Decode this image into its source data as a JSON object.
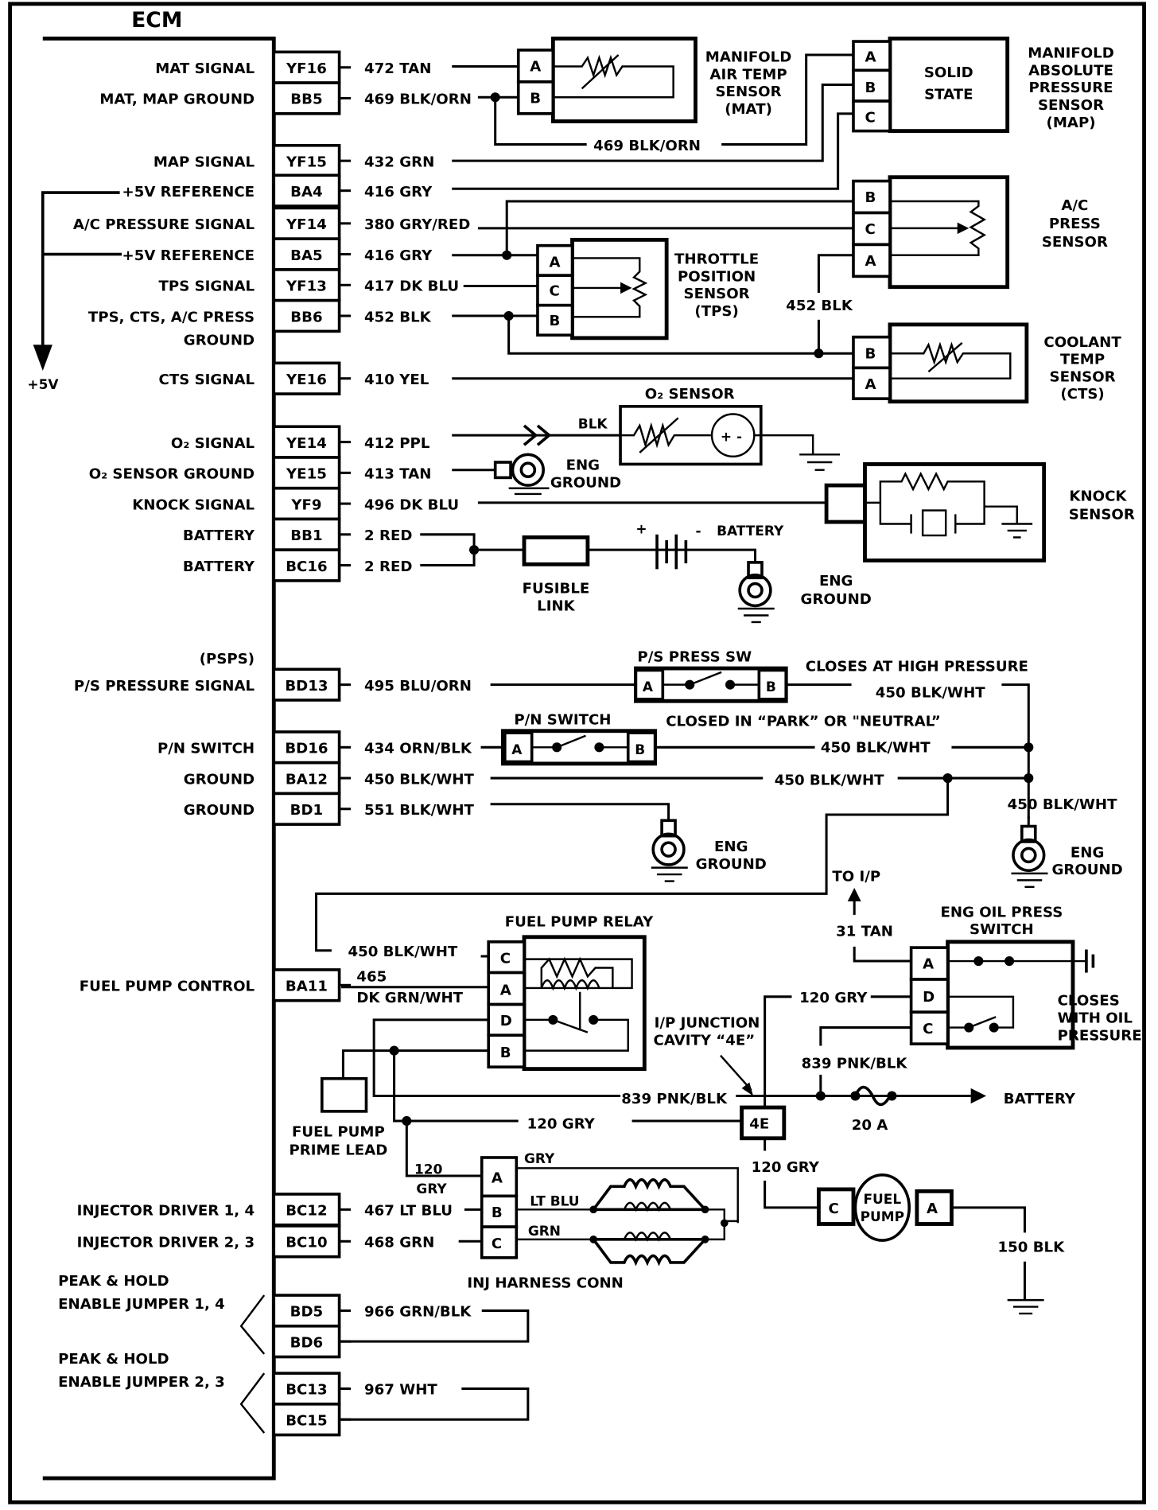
{
  "diagram": {
    "title": "ECM",
    "ecm_pins": [
      {
        "label": "MAT SIGNAL",
        "pin": "YF16",
        "wire": "472 TAN"
      },
      {
        "label": "MAT, MAP GROUND",
        "pin": "BB5",
        "wire": "469 BLK/ORN"
      },
      {
        "label": "MAP SIGNAL",
        "pin": "YF15",
        "wire": "432 GRN"
      },
      {
        "label": "+5V REFERENCE",
        "pin": "BA4",
        "wire": "416 GRY"
      },
      {
        "label": "A/C PRESSURE SIGNAL",
        "pin": "YF14",
        "wire": "380 GRY/RED"
      },
      {
        "label": "+5V REFERENCE",
        "pin": "BA5",
        "wire": "416 GRY"
      },
      {
        "label": "TPS SIGNAL",
        "pin": "YF13",
        "wire": "417 DK BLU"
      },
      {
        "label": "TPS, CTS, A/C PRESS",
        "label2": "GROUND",
        "pin": "BB6",
        "wire": "452 BLK"
      },
      {
        "label": "CTS SIGNAL",
        "pin": "YE16",
        "wire": "410 YEL"
      },
      {
        "label": "O₂ SIGNAL",
        "pin": "YE14",
        "wire": "412 PPL"
      },
      {
        "label": "O₂ SENSOR GROUND",
        "pin": "YE15",
        "wire": "413 TAN"
      },
      {
        "label": "KNOCK SIGNAL",
        "pin": "YF9",
        "wire": "496 DK BLU"
      },
      {
        "label": "BATTERY",
        "pin": "BB1",
        "wire": "2 RED"
      },
      {
        "label": "BATTERY",
        "pin": "BC16",
        "wire": "2 RED"
      },
      {
        "label": "(PSPS)",
        "label2": "P/S PRESSURE SIGNAL",
        "pin": "BD13",
        "wire": "495 BLU/ORN"
      },
      {
        "label": "P/N SWITCH",
        "pin": "BD16",
        "wire": "434 ORN/BLK"
      },
      {
        "label": "GROUND",
        "pin": "BA12",
        "wire": "450 BLK/WHT"
      },
      {
        "label": "GROUND",
        "pin": "BD1",
        "wire": "551 BLK/WHT"
      },
      {
        "label": "FUEL PUMP CONTROL",
        "pin": "BA11",
        "wire": "465",
        "wire2": "DK GRN/WHT"
      },
      {
        "label": "INJECTOR DRIVER 1, 4",
        "pin": "BC12",
        "wire": "467 LT BLU"
      },
      {
        "label": "INJECTOR DRIVER 2, 3",
        "pin": "BC10",
        "wire": "468 GRN"
      },
      {
        "label": "PEAK & HOLD",
        "label2": "ENABLE JUMPER 1, 4",
        "pin": "BD5",
        "wire": "966 GRN/BLK"
      },
      {
        "label": "",
        "pin": "BD6",
        "wire": ""
      },
      {
        "label": "PEAK & HOLD",
        "label2": "ENABLE JUMPER 2, 3",
        "pin": "BC13",
        "wire": "967 WHT"
      },
      {
        "label": "",
        "pin": "BC15",
        "wire": ""
      }
    ],
    "plus5v": "+5V",
    "components": {
      "mat": {
        "lines": [
          "MANIFOLD",
          "AIR TEMP",
          "SENSOR",
          "(MAT)"
        ],
        "pins": [
          "A",
          "B"
        ]
      },
      "map": {
        "lines": [
          "MANIFOLD",
          "ABSOLUTE",
          "PRESSURE",
          "SENSOR",
          "(MAP)"
        ],
        "inner": [
          "SOLID",
          "STATE"
        ],
        "pins": [
          "A",
          "B",
          "C"
        ]
      },
      "ac": {
        "lines": [
          "A/C",
          "PRESS",
          "SENSOR"
        ],
        "pins": [
          "B",
          "C",
          "A"
        ]
      },
      "tps": {
        "lines": [
          "THROTTLE",
          "POSITION",
          "SENSOR",
          "(TPS)"
        ],
        "pins": [
          "A",
          "C",
          "B"
        ]
      },
      "cts": {
        "lines": [
          "COOLANT",
          "TEMP",
          "SENSOR",
          "(CTS)"
        ],
        "pins": [
          "B",
          "A"
        ]
      },
      "o2": {
        "title": "O₂ SENSOR",
        "wire": "BLK"
      },
      "knock": {
        "lines": [
          "KNOCK",
          "SENSOR"
        ]
      },
      "battery": {
        "label": "BATTERY",
        "plus": "+",
        "minus": "-"
      },
      "fusible": {
        "lines": [
          "FUSIBLE",
          "LINK"
        ]
      },
      "eng_ground": {
        "lines": [
          "ENG",
          "GROUND"
        ]
      },
      "ps_switch": {
        "title": "P/S PRESS SW",
        "note": "CLOSES AT HIGH PRESSURE",
        "pins": [
          "A",
          "B"
        ]
      },
      "pn_switch": {
        "title": "P/N SWITCH",
        "note": "CLOSED IN “PARK” OR \"NEUTRAL”",
        "pins": [
          "A",
          "B"
        ]
      },
      "fuel_relay": {
        "title": "FUEL PUMP RELAY",
        "pins": [
          "C",
          "A",
          "D",
          "B"
        ]
      },
      "prime_lead": {
        "lines": [
          "FUEL PUMP",
          "PRIME LEAD"
        ]
      },
      "ip_junction": {
        "lines": [
          "I/P JUNCTION",
          "CAVITY “4E”"
        ],
        "pin": "4E"
      },
      "oil_switch": {
        "lines": [
          "ENG OIL PRESS",
          "SWITCH"
        ],
        "note": [
          "CLOSES",
          "WITH OIL",
          "PRESSURE"
        ],
        "pins": [
          "A",
          "D",
          "C"
        ]
      },
      "fuse": {
        "label": "20 A"
      },
      "battery_arrow": {
        "label": "BATTERY"
      },
      "to_ip": {
        "label": "TO I/P"
      },
      "inj_conn": {
        "label": "INJ HARNESS CONN",
        "pins": [
          "A",
          "B",
          "C"
        ]
      },
      "fuel_pump": {
        "lines": [
          "FUEL",
          "PUMP"
        ],
        "pins": [
          "C",
          "A"
        ]
      }
    },
    "wires": {
      "w469_b": "469 BLK/ORN",
      "w452": "452 BLK",
      "w450_a": "450 BLK/WHT",
      "w450_b": "450 BLK/WHT",
      "w450_c": "450 BLK/WHT",
      "w450_d": "450 BLK/WHT",
      "w450_relay": "450 BLK/WHT",
      "w31": "31 TAN",
      "w120_a": "120 GRY",
      "w120_b": "120 GRY",
      "w120_c": "120",
      "w120_c2": "GRY",
      "w120_d": "120 GRY",
      "w839_a": "839 PNK/BLK",
      "w839_b": "839 PNK/BLK",
      "gry": "GRY",
      "ltblu": "LT BLU",
      "grn": "GRN",
      "w150": "150 BLK"
    }
  }
}
